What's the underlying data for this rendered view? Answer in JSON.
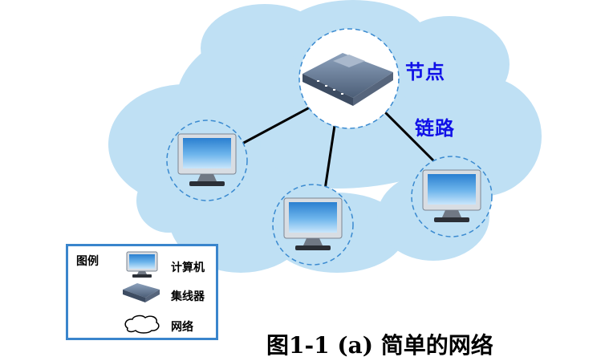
{
  "nodes": {
    "hub_label": "节点",
    "link_label": "链路"
  },
  "legend": {
    "title": "图例",
    "items": [
      {
        "icon": "computer-icon",
        "label": "计算机"
      },
      {
        "icon": "hub-icon",
        "label": "集线器"
      },
      {
        "icon": "network-cloud-icon",
        "label": "网络"
      }
    ]
  },
  "caption": "图1-1 (a) 简单的网络",
  "colors": {
    "cloud": "#bfe0f4",
    "node_circle": "#bfe0f4",
    "node_circle_border": "#3a8ad0",
    "label_blue": "#1010e8",
    "legend_border": "#3a85cc"
  }
}
